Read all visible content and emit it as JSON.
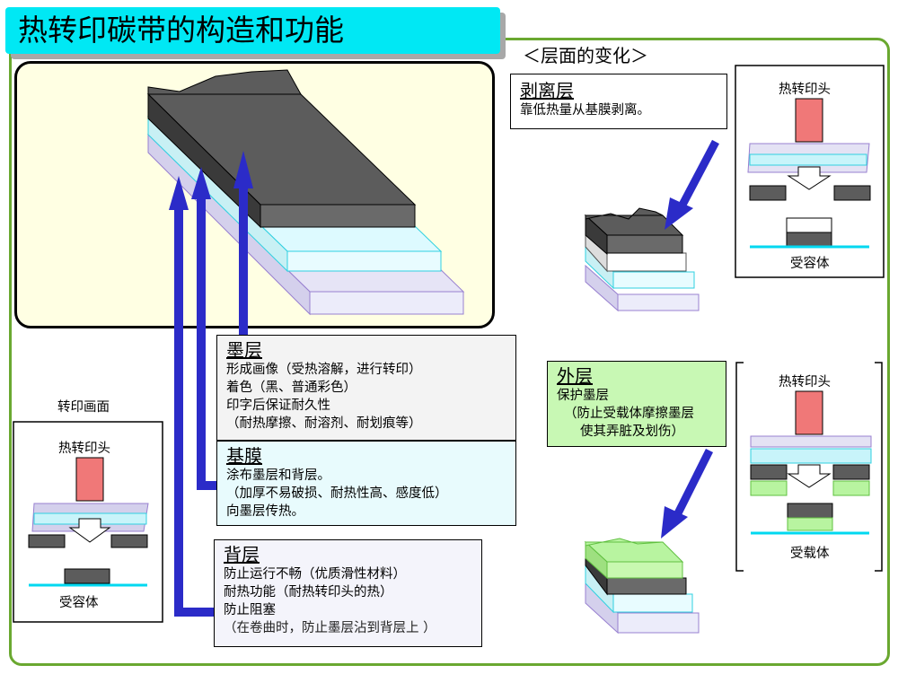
{
  "title": "热转印碳带的构造和功能",
  "section_title": "＜层面的变化＞",
  "ink_box": {
    "heading": "墨层",
    "lines": [
      "形成画像（受热溶解，进行转印）",
      "着色（黑、普通彩色）",
      "印字后保证耐久性",
      "（耐热摩擦、耐溶剂、耐划痕等）"
    ]
  },
  "base_box": {
    "heading": "基膜",
    "lines": [
      "涂布墨层和背层。",
      "（加厚不易破损、耐热性高、感度低）",
      "向墨层传热。"
    ]
  },
  "back_box": {
    "heading": "背层",
    "lines": [
      "防止运行不畅（优质滑性材料）",
      "耐热功能（耐热转印头的热）",
      "防止阻塞",
      "（在卷曲时，防止墨层沾到背层上 ）"
    ]
  },
  "release_box": {
    "heading": "剥离层",
    "lines": [
      "靠低热量从基膜剥离。"
    ]
  },
  "outer_box": {
    "heading": "外层",
    "lines": [
      "保护墨层",
      "（防止受载体摩擦墨层",
      "使其弄脏及划伤）"
    ]
  },
  "transfer_panel": {
    "caption": "转印画面",
    "head_label": "热转印头",
    "receiver_label": "受容体"
  },
  "release_panel": {
    "head_label": "热转印头",
    "receiver_label": "受容体"
  },
  "outer_panel": {
    "head_label": "热转印头",
    "receiver_label": "受载体"
  },
  "colors": {
    "title_bg": "#00e8f4",
    "frame": "#6aa830",
    "arrow": "#2b2bc8",
    "ink": "#5a5a5a",
    "head": "#f07878",
    "outer_layer": "#b8f4a0"
  }
}
